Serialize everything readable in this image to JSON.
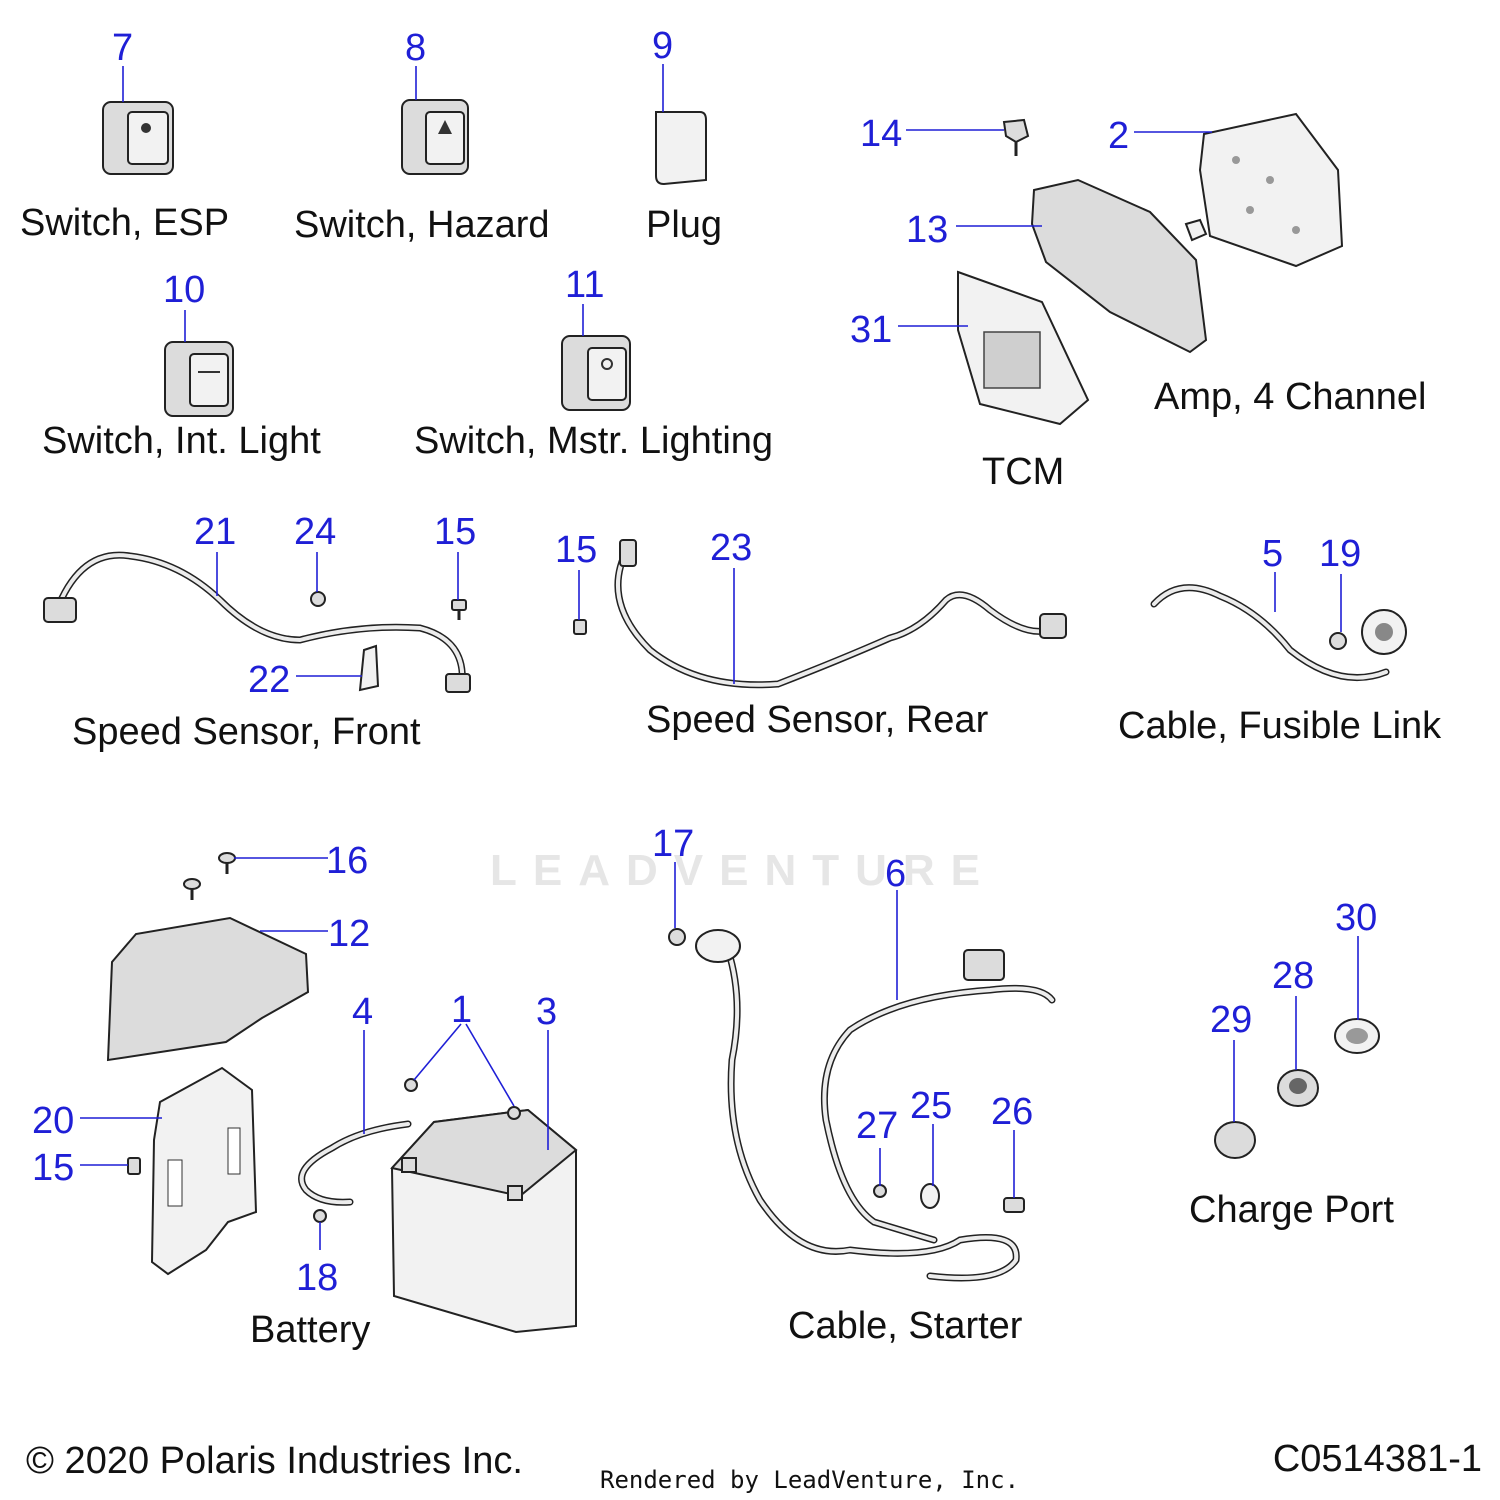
{
  "callouts": {
    "n7": "7",
    "n8": "8",
    "n9": "9",
    "n14": "14",
    "n2": "2",
    "n13": "13",
    "n31": "31",
    "n10": "10",
    "n11": "11",
    "n21": "21",
    "n24": "24",
    "n15a": "15",
    "n22": "22",
    "n15b": "15",
    "n23": "23",
    "n5": "5",
    "n19": "19",
    "n16": "16",
    "n12": "12",
    "n4": "4",
    "n1": "1",
    "n3": "3",
    "n20": "20",
    "n15c": "15",
    "n18": "18",
    "n17": "17",
    "n6": "6",
    "n27": "27",
    "n25": "25",
    "n26": "26",
    "n30": "30",
    "n28": "28",
    "n29": "29"
  },
  "labels": {
    "switch_esp": "Switch, ESP",
    "switch_hazard": "Switch, Hazard",
    "plug": "Plug",
    "switch_int_light": "Switch, Int. Light",
    "switch_mstr_lighting": "Switch, Mstr. Lighting",
    "amp_4_channel": "Amp, 4 Channel",
    "tcm": "TCM",
    "speed_sensor_front": "Speed Sensor, Front",
    "speed_sensor_rear": "Speed Sensor, Rear",
    "cable_fusible_link": "Cable, Fusible Link",
    "battery": "Battery",
    "cable_starter": "Cable, Starter",
    "charge_port": "Charge Port"
  },
  "footer": {
    "copyright": "© 2020 Polaris Industries Inc.",
    "rendered_by": "Rendered by LeadVenture, Inc.",
    "diagram_code": "C0514381-1"
  },
  "watermark": "LEADVENTURE",
  "colors": {
    "callout": "#1f1fd6",
    "label": "#111111",
    "part_fill": "#dcdcdc"
  }
}
